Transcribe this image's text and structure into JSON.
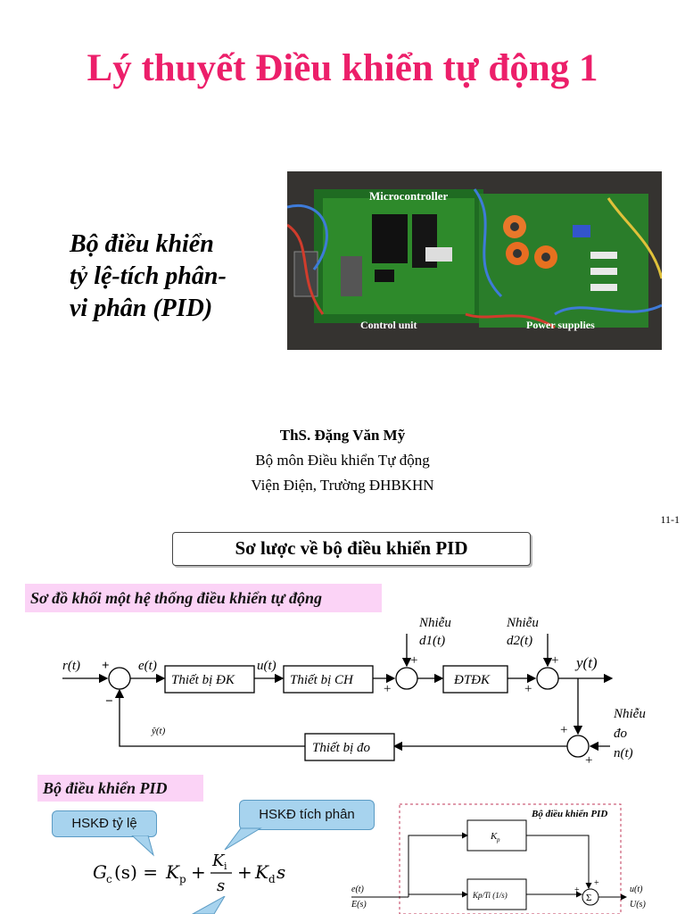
{
  "slide1": {
    "title": "Lý thuyết Điều khiển tự động 1",
    "subtitle_lines": [
      "Bộ điều khiển",
      "tỷ lệ-tích phân-",
      "vi phân (PID)"
    ],
    "photo_labels": {
      "micro": "Microcontroller",
      "control": "Control unit",
      "power": "Power supplies"
    },
    "author": {
      "name": "ThS. Đặng Văn Mỹ",
      "dept": "Bộ môn Điều khiển Tự động",
      "school": "Viện Điện, Trường ĐHBKHN"
    },
    "page_number": "11-1"
  },
  "slide2": {
    "section_title": "Sơ lược về bộ điều khiển PID",
    "block_diagram_label": "Sơ đồ khối một hệ thống điều khiển tự động",
    "block_diagram": {
      "r": "r(t)",
      "e": "e(t)",
      "u": "u(t)",
      "y": "y(t)",
      "yhat": "ŷ(t)",
      "controller": "Thiết bị ĐK",
      "actuator": "Thiết bị CH",
      "plant": "ĐTĐK",
      "sensor": "Thiết bị đo",
      "noise_label": "Nhiễu",
      "d1": "d1(t)",
      "d2": "d2(t)",
      "meas_noise": [
        "Nhiễu",
        "đo",
        "n(t)"
      ],
      "plus": "+",
      "minus": "−"
    },
    "pid_label": "Bộ điều khiển PID",
    "callout_p": "HSKĐ tỷ lệ",
    "callout_i": "HSKĐ tích phân",
    "formula": {
      "lhs": "G",
      "lhs_sub": "c",
      "arg": "(s) =",
      "kp": "K",
      "kp_sub": "p",
      "ki": "K",
      "ki_sub": "i",
      "s": "s",
      "kd": "K",
      "kd_sub": "d",
      "plus": "+"
    },
    "pid_diagram": {
      "title": "Bộ điều khiển PID",
      "kp": "K",
      "kp_sub": "p",
      "ki_block": "Kp/Ti (1/s)",
      "et": "e(t)",
      "Es": "E(s)",
      "ut": "u(t)",
      "Us": "U(s)",
      "sigma": "Σ",
      "plus": "+"
    }
  }
}
